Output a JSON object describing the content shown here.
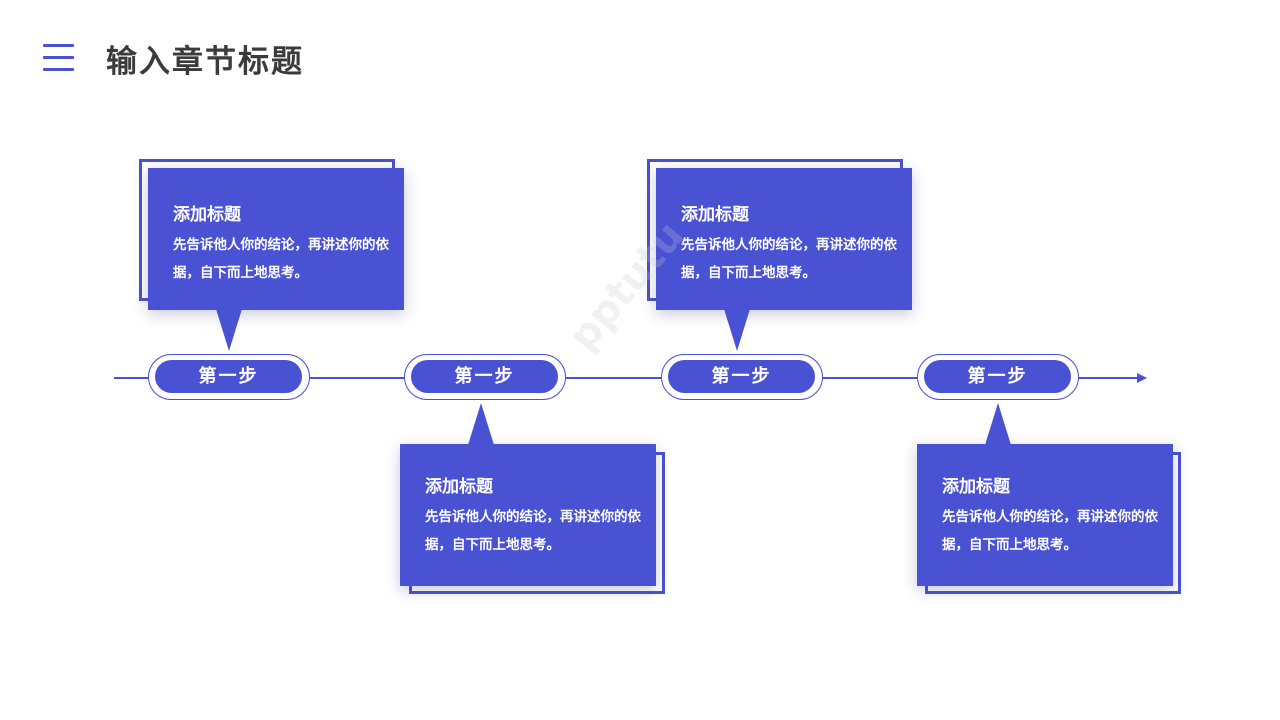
{
  "header": {
    "title": "输入章节标题",
    "menu_icon": "menu-icon",
    "accent_color": "#4a52d4"
  },
  "steps": [
    {
      "label": "第一步",
      "card_position": "above",
      "card": {
        "title": "添加标题",
        "body": "先告诉他人你的结论，再讲述你的依据，自下而上地思考。"
      }
    },
    {
      "label": "第一步",
      "card_position": "below",
      "card": {
        "title": "添加标题",
        "body": "先告诉他人你的结论，再讲述你的依据，自下而上地思考。"
      }
    },
    {
      "label": "第一步",
      "card_position": "above",
      "card": {
        "title": "添加标题",
        "body": "先告诉他人你的结论，再讲述你的依据，自下而上地思考。"
      }
    },
    {
      "label": "第一步",
      "card_position": "below",
      "card": {
        "title": "添加标题",
        "body": "先告诉他人你的结论，再讲述你的依据，自下而上地思考。"
      }
    }
  ],
  "watermark": "pptutu"
}
